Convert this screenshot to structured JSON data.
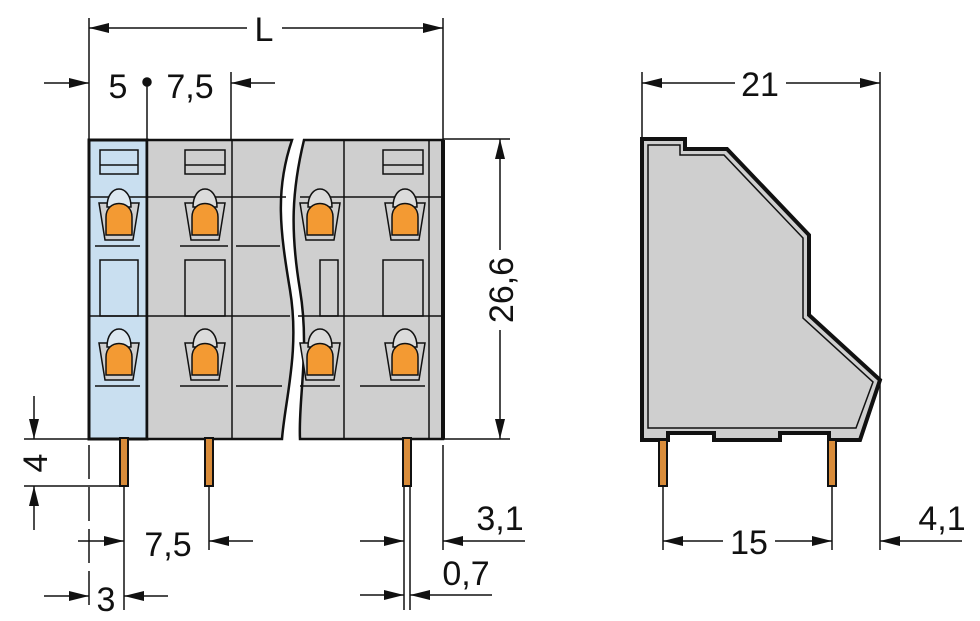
{
  "diagram": {
    "type": "technical-drawing",
    "subject": "double-deck PCB terminal block dimensions",
    "colors": {
      "housing_gray": "#cfcfcf",
      "end_plate_blue": "#c9dff0",
      "clamp_orange": "#f39a33",
      "pin_orange": "#d98c3a",
      "outline": "#111111",
      "background": "#ffffff"
    },
    "front_view": {
      "dimensions": {
        "overall_length": "L",
        "end_offset": "5",
        "pitch_top": "7,5",
        "height": "26,6",
        "pin_length": "4",
        "pitch_bottom": "7,5",
        "pin_offset": "3",
        "end_to_pin": "3,1",
        "pin_width": "0,7"
      }
    },
    "side_view": {
      "dimensions": {
        "depth": "21",
        "pin_spacing": "15",
        "pin_to_front": "4,1"
      }
    }
  }
}
